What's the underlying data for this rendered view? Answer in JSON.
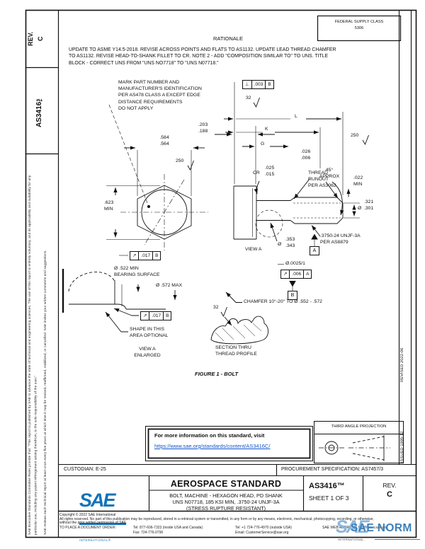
{
  "colors": {
    "link": "#1155cc",
    "logo_blue": "#1173b9",
    "watermark_blue": "#3b80ba"
  },
  "sidebar_left": {
    "rev_box": "REV.\nC",
    "doc_box": "AS3416™",
    "disclaimer1": "SAE Executive Standards Committee Rules provide that: \"This report is published by SAE to advance the state of technical and engineering sciences. The use of this report is entirely voluntary, and its applicability and suitability for any particular use, including any patent infringement arising therefrom, is the sole responsibility of the user.\"",
    "disclaimer2": "SAE reviews each technical report at least once every five years at which time it may be revised, reaffirmed, stabilized, or cancelled. SAE invites your written comments and suggestions."
  },
  "margin_right": {
    "issued": "ISSUED 1995-12",
    "revised": "REVISED 2022-06"
  },
  "header": {
    "fsc": "FEDERAL SUPPLY CLASS\n5306",
    "rationale_title": "RATIONALE",
    "rationale_body": "UPDATE TO ASME Y14.5-2018. REVISE ACROSS POINTS AND FLATS TO AS1132. UPDATE LEAD THREAD CHAMFER\nTO AS1132. REVISE HEAD-TO-SHANK FILLET TO CR. NOTE 2 - ADD \"COMPOSITION SIMILAR TO\" TO UNS. TITLE\nBLOCK - CORRECT UNS FROM \"UNS NO7718\" TO \"UNS N07718.\""
  },
  "drawing": {
    "mark_note": "MARK PART NUMBER AND\nMANUFACTURER'S IDENTIFICATION\nPER AS478 CLASS A EXCEPT EDGE\nDISTANCE REQUIREMENTS\nDO NOT APPLY",
    "fcf_head": {
      "sym": "⊥",
      "tol": ".003",
      "datum": "B"
    },
    "finishes": {
      "head": "32",
      "thread": "250",
      "hex": "250",
      "section": "32"
    },
    "head_height": ".203\n.188",
    "len_L": "L",
    "len_K": "K",
    "len_G": "G",
    "runout_len": ".026\n.006",
    "thread_runout_note": "THREAD\nRUNOUT\nPER AS3062",
    "approx45": "45°\nAPPROX",
    "cr_label": "CR",
    "cr_vals": ".025\n.015",
    "end_len": ".022\nMIN",
    "dia_sym": "Ø",
    "end_dia": ".321\n.301",
    "thread_callout": ".3750-24 UNJF-3A\nPER AS8879",
    "datum_a": "A",
    "shank_dia": ".353\n.343",
    "view_a": "VIEW A",
    "straightness": "Ø.0025/1",
    "fcf_shank": {
      "sym": "↗",
      "tol": ".006",
      "datum": "A"
    },
    "datum_b": "B",
    "chamfer_note": "CHAMFER 10°-20° TO Ø .552 - .572",
    "hex_flats": ".584\n.564",
    "hex_corners": ".623\nMIN",
    "fcf_hex": {
      "sym": "↗",
      "tol": ".017",
      "datum": "B"
    },
    "bearing_note": "Ø .522 MIN\nBEARING SURFACE",
    "max_dia": "Ø .572 MAX",
    "fcf_view": {
      "sym": "↗",
      "tol": ".017",
      "datum": "B"
    },
    "shape_note": "SHAPE IN THIS\nAREA OPTIONAL",
    "view_a_enlarged": "VIEW A\nENLARGED",
    "section_note": "SECTION THRU\nTHREAD PROFILE",
    "figure_caption": "FIGURE 1 - BOLT"
  },
  "info_box": {
    "text": "For more information on this standard, visit",
    "link": "https://www.sae.org/standards/content/AS3416C/"
  },
  "projection": {
    "label": "THIRD ANGLE PROJECTION"
  },
  "title_block": {
    "custodian": "CUSTODIAN: E-25",
    "procurement": "PROCUREMENT SPECIFICATION: AS7457/3",
    "doc_type": "AEROSPACE STANDARD",
    "title_lines": "BOLT, MACHINE - HEXAGON HEAD, PD SHANK\nUNS N07718, 185 KSI MIN, .3750-24 UNJF-3A\n(STRESS RUPTURE RESISTANT)",
    "doc_number": "AS3416™",
    "sheet": "SHEET 1 OF 3",
    "rev_label": "REV.",
    "rev_value": "C",
    "logo_text": "SAE",
    "logo_sub": "INTERNATIONAL®"
  },
  "footer": {
    "copyright": "Copyright © 2022 SAE International",
    "rights": "All rights reserved. No part of this publication may be reproduced, stored in a retrieval system or transmitted, in any form or by any means, electronic, mechanical, photocopying, recording, or otherwise, without the prior written permission of SAE.",
    "order_label": "TO PLACE A DOCUMENT ORDER:",
    "tel1": "Tel: 877-606-7323 (inside USA and Canada)",
    "fax": "Fax: 724-776-0790",
    "tel2": "Tel: +1 724-776-4970 (outside USA)",
    "email": "Email: CustomerService@sae.org",
    "web": "SAE WEB ADDRESS: http://www.sae.org"
  },
  "watermark": {
    "sae": "SAE",
    "text": "SAE NORM",
    "sub": "INTERNATIONAL."
  }
}
